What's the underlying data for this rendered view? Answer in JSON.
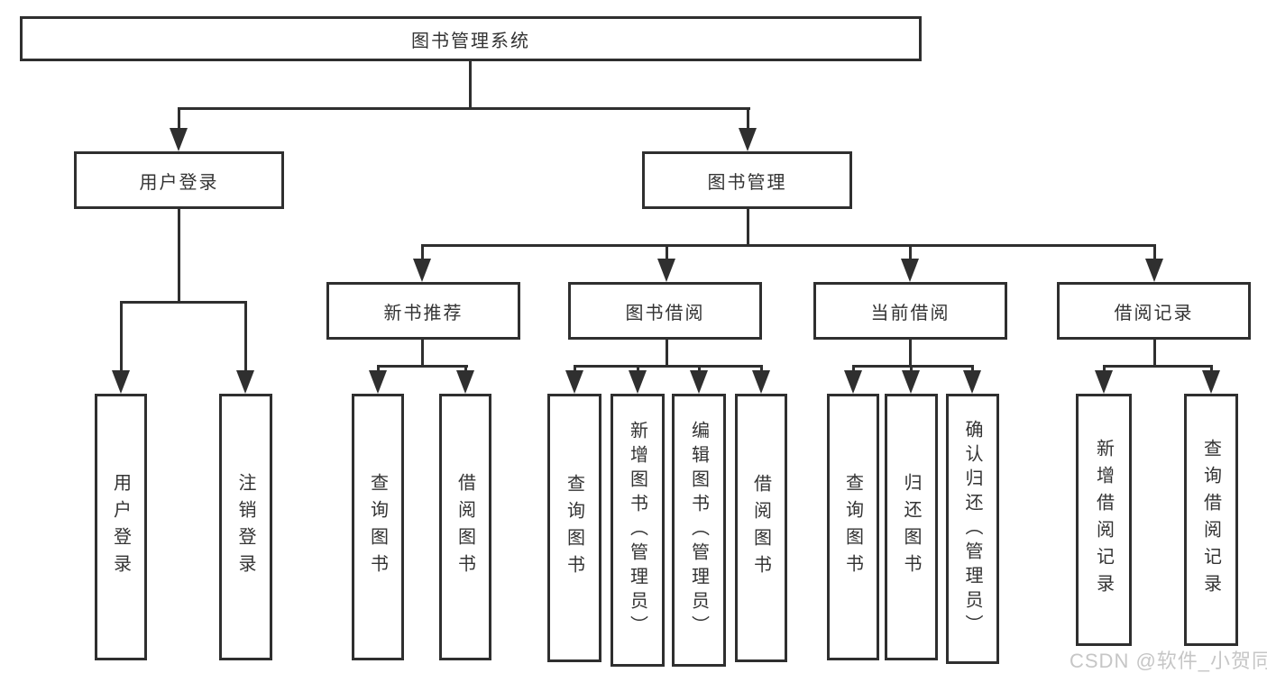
{
  "diagram": {
    "tree": {
      "label": "图书管理系统",
      "children": [
        {
          "label": "用户登录",
          "children": [
            {
              "label": "用户登录"
            },
            {
              "label": "注销登录"
            }
          ]
        },
        {
          "label": "图书管理",
          "children": [
            {
              "label": "新书推荐",
              "children": [
                {
                  "label": "查询图书"
                },
                {
                  "label": "借阅图书"
                }
              ]
            },
            {
              "label": "图书借阅",
              "children": [
                {
                  "label": "查询图书"
                },
                {
                  "label": "新增图书（管理员）"
                },
                {
                  "label": "编辑图书（管理员）"
                },
                {
                  "label": "借阅图书"
                }
              ]
            },
            {
              "label": "当前借阅",
              "children": [
                {
                  "label": "查询图书"
                },
                {
                  "label": "归还图书"
                },
                {
                  "label": "确认归还（管理员）"
                }
              ]
            },
            {
              "label": "借阅记录",
              "children": [
                {
                  "label": "新增借阅记录"
                },
                {
                  "label": "查询借阅记录"
                }
              ]
            }
          ]
        }
      ]
    },
    "watermark": "CSDN @软件_小贺同学",
    "colors": {
      "line": "#2f2f2f",
      "text": "#333333",
      "background": "#ffffff",
      "watermark": "#c6c6c6"
    }
  }
}
